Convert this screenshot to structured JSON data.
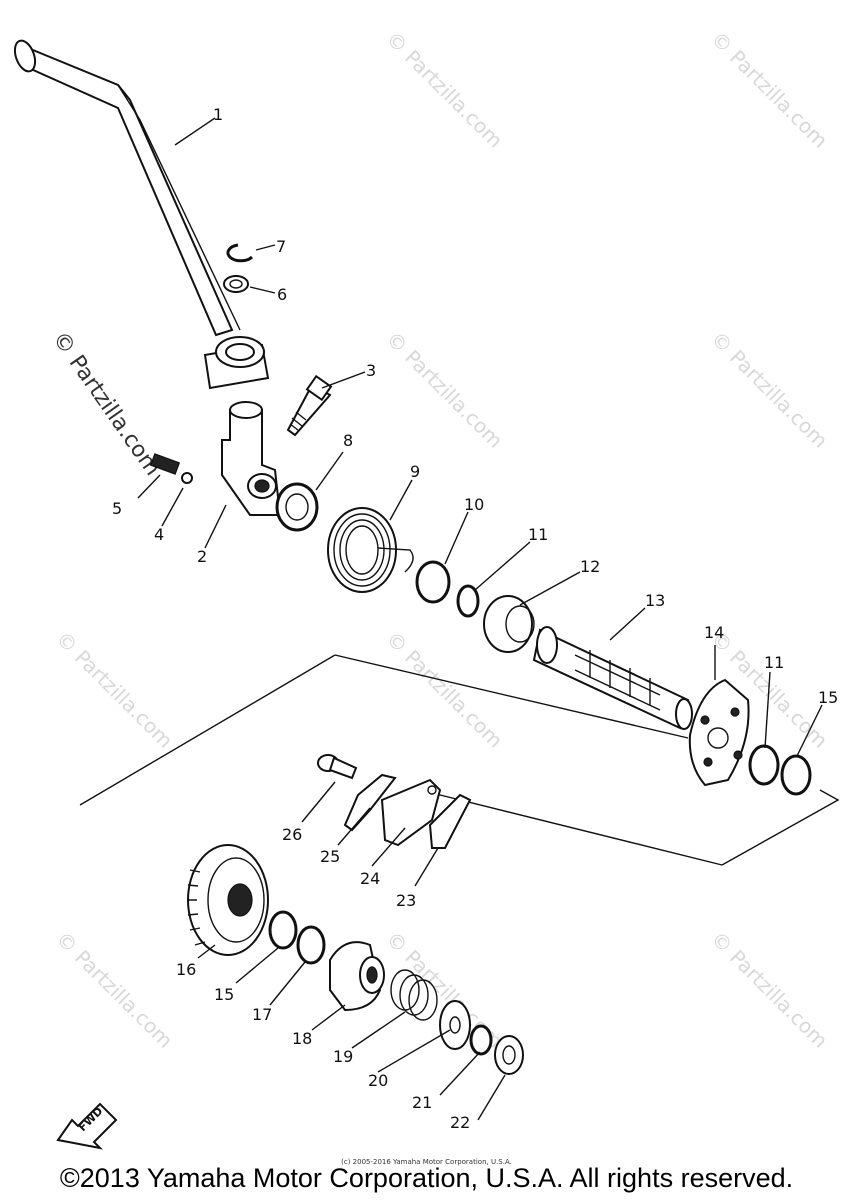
{
  "part_labels": [
    "1",
    "2",
    "3",
    "4",
    "5",
    "6",
    "7",
    "8",
    "9",
    "10",
    "11",
    "11",
    "12",
    "13",
    "14",
    "15",
    "15",
    "16",
    "17",
    "18",
    "19",
    "20",
    "21",
    "22",
    "23",
    "24",
    "25",
    "26"
  ],
  "watermark": "© Partzilla.com",
  "direction_badge": "FWD",
  "small_copyright": "(c) 2005-2016 Yamaha Motor Corporation, U.S.A.",
  "copyright": "©2013 Yamaha Motor Corporation, U.S.A. All rights reserved."
}
